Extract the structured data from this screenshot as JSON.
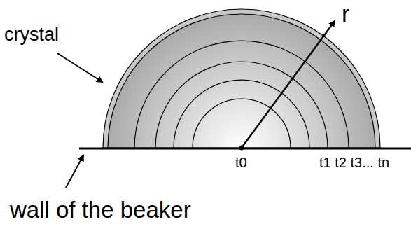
{
  "diagram": {
    "labels": [
      "crystal",
      "r",
      "t0",
      "t1 t2 t3... tn",
      "wall of the beaker"
    ]
  }
}
